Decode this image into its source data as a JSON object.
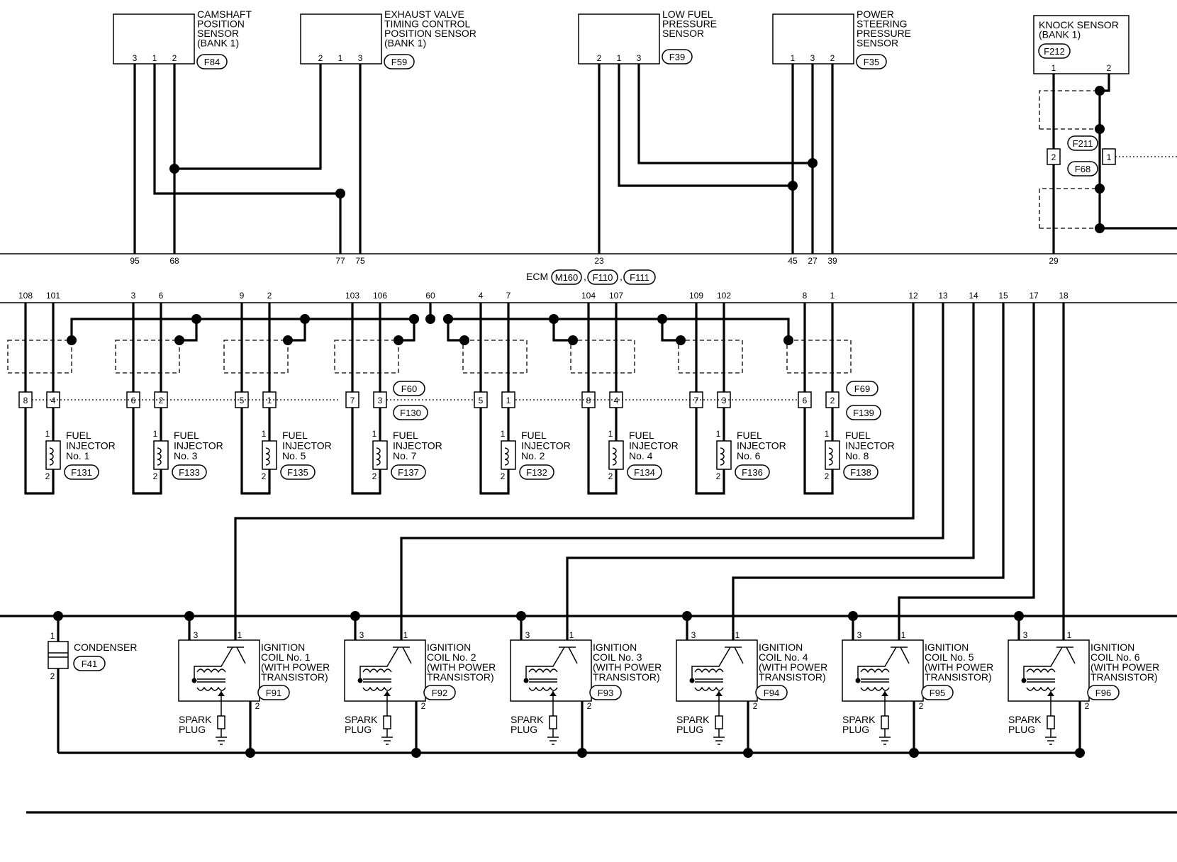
{
  "top_components": [
    {
      "name_lines": [
        "CAMSHAFT",
        "POSITION",
        "SENSOR",
        "(BANK 1)"
      ],
      "connector": "F84",
      "pins": [
        "3",
        "1",
        "2"
      ]
    },
    {
      "name_lines": [
        "EXHAUST VALVE",
        "TIMING CONTROL",
        "POSITION SENSOR",
        "(BANK 1)"
      ],
      "connector": "F59",
      "pins": [
        "2",
        "1",
        "3"
      ]
    },
    {
      "name_lines": [
        "LOW FUEL",
        "PRESSURE",
        "SENSOR"
      ],
      "connector": "F39",
      "pins": [
        "2",
        "1",
        "3"
      ]
    },
    {
      "name_lines": [
        "POWER",
        "STEERING",
        "PRESSURE",
        "SENSOR"
      ],
      "connector": "F35",
      "pins": [
        "1",
        "3",
        "2"
      ]
    },
    {
      "name_lines": [
        "KNOCK SENSOR",
        "(BANK 1)"
      ],
      "connector": "F212",
      "pins": [
        "1",
        "2"
      ]
    }
  ],
  "knock_connectors": {
    "pin_left": "2",
    "pin_right": "1",
    "label_top": "F211",
    "label_bottom": "F68"
  },
  "ecm": {
    "label": "ECM",
    "connectors": [
      "M160",
      "F110",
      "F111"
    ],
    "separator": ","
  },
  "ecm_top_pins": [
    "95",
    "68",
    "77",
    "75",
    "23",
    "45",
    "27",
    "39",
    "29"
  ],
  "ecm_bottom_pins": [
    "108",
    "101",
    "3",
    "6",
    "9",
    "2",
    "103",
    "106",
    "60",
    "4",
    "7",
    "104",
    "107",
    "109",
    "102",
    "8",
    "1",
    "12",
    "13",
    "14",
    "15",
    "17",
    "18"
  ],
  "injector_connectors": [
    {
      "pins": [
        "8",
        "4"
      ]
    },
    {
      "pins": [
        "6",
        "2"
      ]
    },
    {
      "pins": [
        "5",
        "1"
      ]
    },
    {
      "pins": [
        "7",
        "3"
      ]
    },
    {
      "pins": [
        "5",
        "1"
      ]
    },
    {
      "pins": [
        "8",
        "4"
      ]
    },
    {
      "pins": [
        "7",
        "3"
      ]
    },
    {
      "pins": [
        "6",
        "2"
      ]
    }
  ],
  "injector_group_labels": [
    "F60",
    "F130",
    "F69",
    "F139"
  ],
  "injectors": [
    {
      "name_lines": [
        "FUEL",
        "INJECTOR",
        "No. 1"
      ],
      "connector": "F131"
    },
    {
      "name_lines": [
        "FUEL",
        "INJECTOR",
        "No. 3"
      ],
      "connector": "F133"
    },
    {
      "name_lines": [
        "FUEL",
        "INJECTOR",
        "No. 5"
      ],
      "connector": "F135"
    },
    {
      "name_lines": [
        "FUEL",
        "INJECTOR",
        "No. 7"
      ],
      "connector": "F137"
    },
    {
      "name_lines": [
        "FUEL",
        "INJECTOR",
        "No. 2"
      ],
      "connector": "F132"
    },
    {
      "name_lines": [
        "FUEL",
        "INJECTOR",
        "No. 4"
      ],
      "connector": "F134"
    },
    {
      "name_lines": [
        "FUEL",
        "INJECTOR",
        "No. 6"
      ],
      "connector": "F136"
    },
    {
      "name_lines": [
        "FUEL",
        "INJECTOR",
        "No. 8"
      ],
      "connector": "F138"
    }
  ],
  "injector_pins": [
    "1",
    "2"
  ],
  "condenser": {
    "name": "CONDENSER",
    "connector": "F41",
    "pins": [
      "1",
      "2"
    ]
  },
  "coils": [
    {
      "name_lines": [
        "IGNITION",
        "COIL No. 1",
        "(WITH POWER",
        "TRANSISTOR)"
      ],
      "connector": "F91"
    },
    {
      "name_lines": [
        "IGNITION",
        "COIL No. 2",
        "(WITH POWER",
        "TRANSISTOR)"
      ],
      "connector": "F92"
    },
    {
      "name_lines": [
        "IGNITION",
        "COIL No. 3",
        "(WITH POWER",
        "TRANSISTOR)"
      ],
      "connector": "F93"
    },
    {
      "name_lines": [
        "IGNITION",
        "COIL No. 4",
        "(WITH POWER",
        "TRANSISTOR)"
      ],
      "connector": "F94"
    },
    {
      "name_lines": [
        "IGNITION",
        "COIL No. 5",
        "(WITH POWER",
        "TRANSISTOR)"
      ],
      "connector": "F95"
    },
    {
      "name_lines": [
        "IGNITION",
        "COIL No. 6",
        "(WITH POWER",
        "TRANSISTOR)"
      ],
      "connector": "F96"
    }
  ],
  "coil_pins": [
    "3",
    "1",
    "2"
  ],
  "spark_plug_lines": [
    "SPARK",
    "PLUG"
  ]
}
